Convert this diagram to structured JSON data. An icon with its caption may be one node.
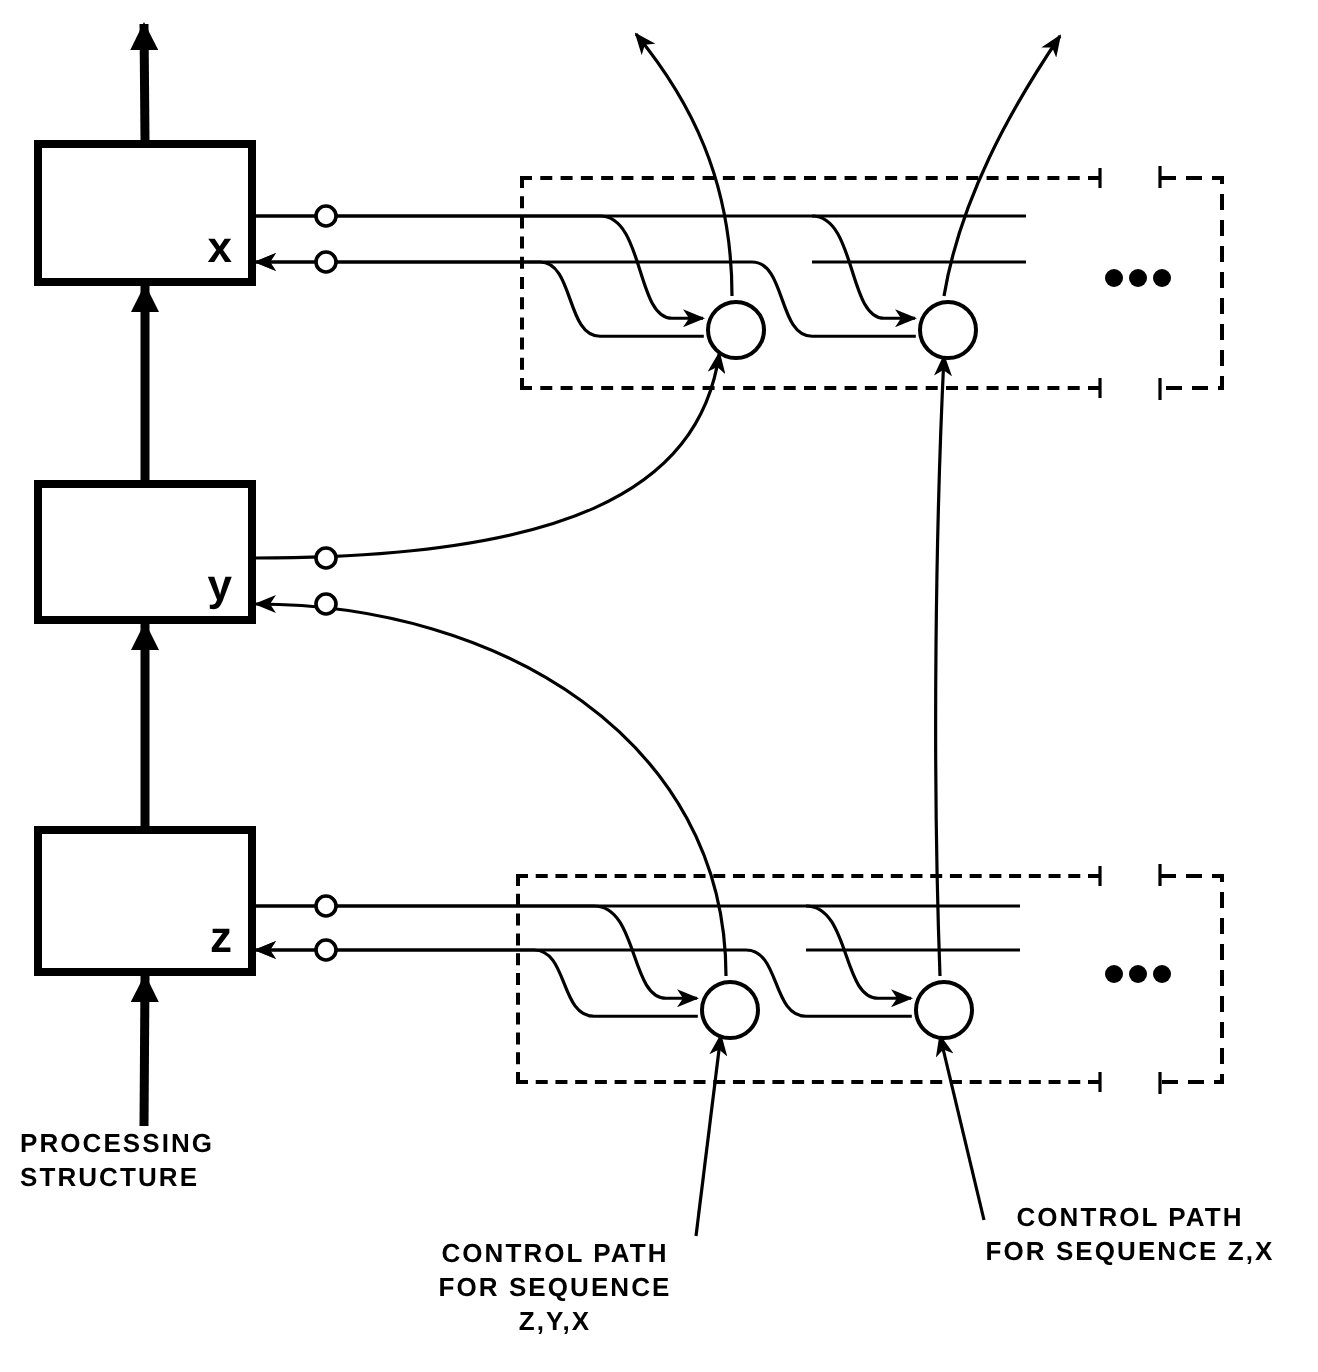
{
  "diagram": {
    "nodes": [
      {
        "text": [
          "x"
        ]
      },
      {
        "text": [
          "y"
        ]
      },
      {
        "text": [
          "z"
        ]
      },
      {
        "text": [
          "PROCESSING STRUCTURE"
        ]
      },
      {
        "text": [],
        "shape": "box"
      },
      {
        "text": [],
        "shape": "circle",
        "in": 4
      },
      {
        "text": [],
        "shape": "circle",
        "in": 4
      },
      {
        "text": [],
        "shape": "box"
      },
      {
        "text": [],
        "shape": "circle",
        "in": 7
      },
      {
        "text": [],
        "shape": "circle",
        "in": 7
      },
      {
        "text": [
          "CONTROL PATH FOR SEQUENCE Z,Y,X"
        ]
      },
      {
        "text": [
          "CONTROL PATH FOR SEQUENCE Z,X"
        ]
      }
    ],
    "edges": [
      {
        "from": 0,
        "to": null,
        "arrow": "to",
        "style": "thick"
      },
      {
        "from": 1,
        "to": 0,
        "arrow": "to",
        "style": "thick"
      },
      {
        "from": 2,
        "to": 1,
        "arrow": "to",
        "style": "thick"
      },
      {
        "from": 3,
        "to": 2,
        "arrow": "to",
        "style": "thick"
      },
      {
        "from": 0,
        "to": 5,
        "arrow": "to"
      },
      {
        "from": 0,
        "to": 6,
        "arrow": "to"
      },
      {
        "from": 5,
        "to": 0,
        "arrow": "to"
      },
      {
        "from": 6,
        "to": 0,
        "arrow": "to"
      },
      {
        "from": 1,
        "to": 5,
        "arrow": "to"
      },
      {
        "from": 8,
        "to": 1,
        "arrow": "to"
      },
      {
        "from": 5,
        "to": null,
        "arrow": "to"
      },
      {
        "from": 6,
        "to": null,
        "arrow": "to"
      },
      {
        "from": 9,
        "to": 6,
        "arrow": "to"
      },
      {
        "from": 2,
        "to": 8,
        "arrow": "to"
      },
      {
        "from": 2,
        "to": 9,
        "arrow": "to"
      },
      {
        "from": 8,
        "to": 2,
        "arrow": "to"
      },
      {
        "from": 9,
        "to": 2,
        "arrow": "to"
      },
      {
        "from": 10,
        "to": 8,
        "arrow": "to"
      },
      {
        "from": 11,
        "to": 9,
        "arrow": "to"
      }
    ]
  }
}
